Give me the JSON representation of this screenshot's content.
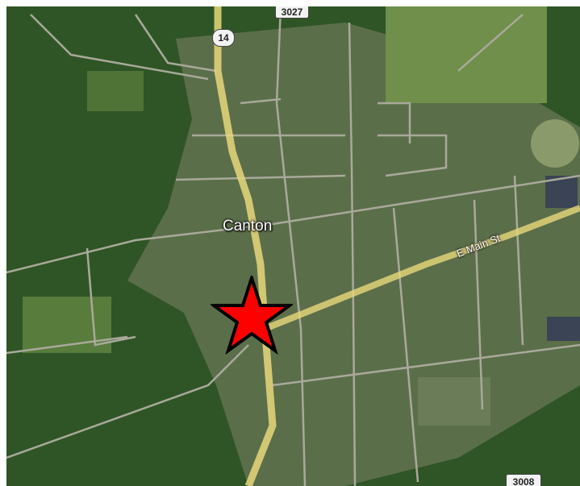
{
  "map": {
    "town_label": "Canton",
    "street_label": "E Main St",
    "route_shields": {
      "route_14": "14",
      "route_3027": "3027",
      "route_3008": "3008"
    },
    "marker": {
      "icon": "star-marker-icon",
      "color": "#ff0000"
    },
    "colors": {
      "highway": "#e8d87a",
      "forest": "#2e5a24",
      "field": "#6f8f4a"
    }
  }
}
